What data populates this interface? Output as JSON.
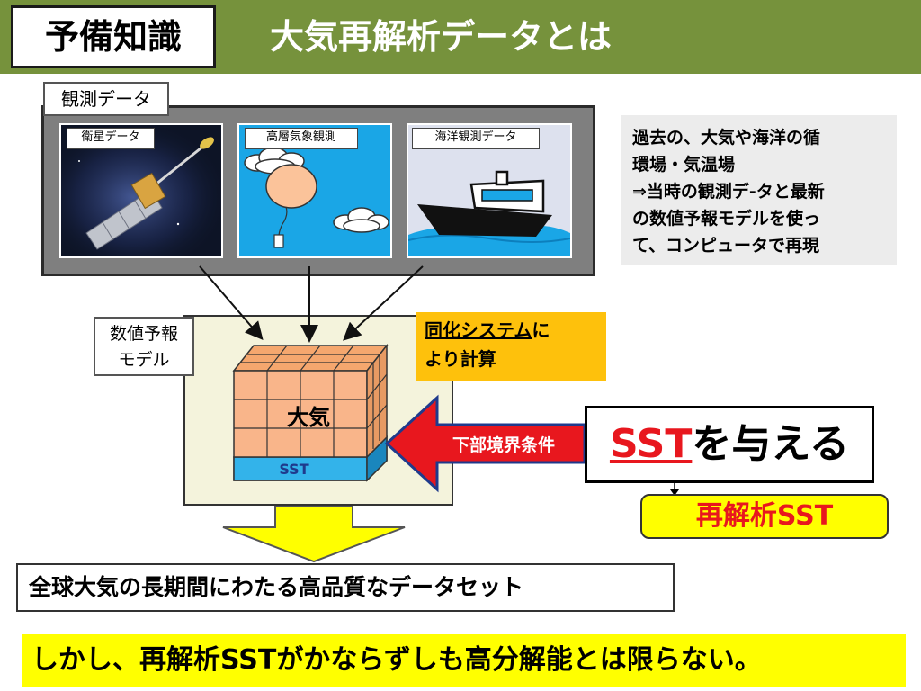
{
  "header": {
    "badge": "予備知識",
    "title": "大気再解析データとは",
    "bar_color": "#76923c"
  },
  "observations": {
    "label": "観測データ",
    "panels": [
      {
        "label": "衛星データ",
        "icon": "satellite-icon"
      },
      {
        "label": "高層気象観測",
        "icon": "weather-balloon-icon"
      },
      {
        "label": "海洋観測データ",
        "icon": "ship-icon"
      }
    ]
  },
  "description": {
    "lines": [
      "過去の、大気や海洋の循",
      "環場・気温場",
      "⇒当時の観測デ-タと最新",
      "の数値予報モデルを使っ",
      "て、コンピュータで再現"
    ]
  },
  "model": {
    "label_line1": "数値予報",
    "label_line2": "モデル",
    "assimilation_underlined": "同化システム",
    "assimilation_rest1": "に",
    "assimilation_line2": "より計算",
    "cube_label": "大気",
    "sst_layer_label": "SST"
  },
  "boundary": {
    "arrow_label": "下部境界条件",
    "arrow_color": "#e8171e"
  },
  "sst_box": {
    "sst_text": "SST",
    "rest_text": "を与える"
  },
  "reanalysis_sst": {
    "label": "再解析SST"
  },
  "dataset": {
    "label": "全球大気の長期間にわたる高品質なデータセット"
  },
  "conclusion": {
    "label": "しかし、再解析SSTがかならずしも高分解能とは限らない。"
  }
}
